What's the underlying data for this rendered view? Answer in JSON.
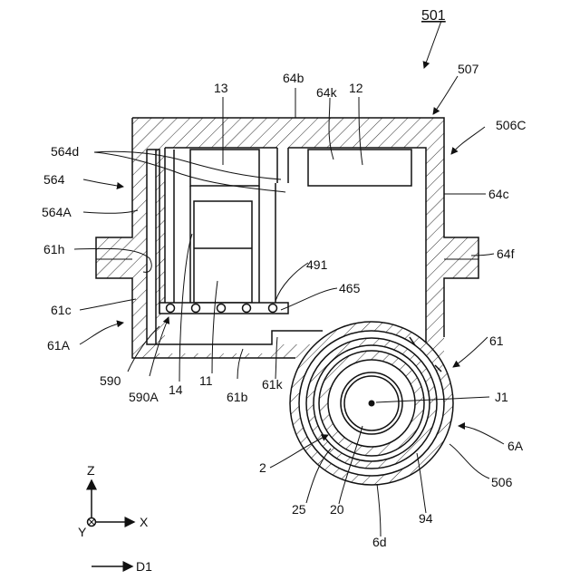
{
  "figure_number": "501",
  "labels": {
    "l507": "507",
    "l506C": "506C",
    "l64b": "64b",
    "l13": "13",
    "l64k": "64k",
    "l12": "12",
    "l564d": "564d",
    "l564": "564",
    "l564A": "564A",
    "l64c": "64c",
    "l61h": "61h",
    "l64f": "64f",
    "l491": "491",
    "l465": "465",
    "l61c": "61c",
    "l61A": "61A",
    "l590": "590",
    "l590A": "590A",
    "l14": "14",
    "l11": "11",
    "l61b": "61b",
    "l61k": "61k",
    "l61": "61",
    "lJ1": "J1",
    "l6A": "6A",
    "l506": "506",
    "l2": "2",
    "l25": "25",
    "l20": "20",
    "l94": "94",
    "l6d": "6d"
  },
  "axes": {
    "z": "Z",
    "x": "X",
    "y": "Y",
    "d1": "D1"
  }
}
